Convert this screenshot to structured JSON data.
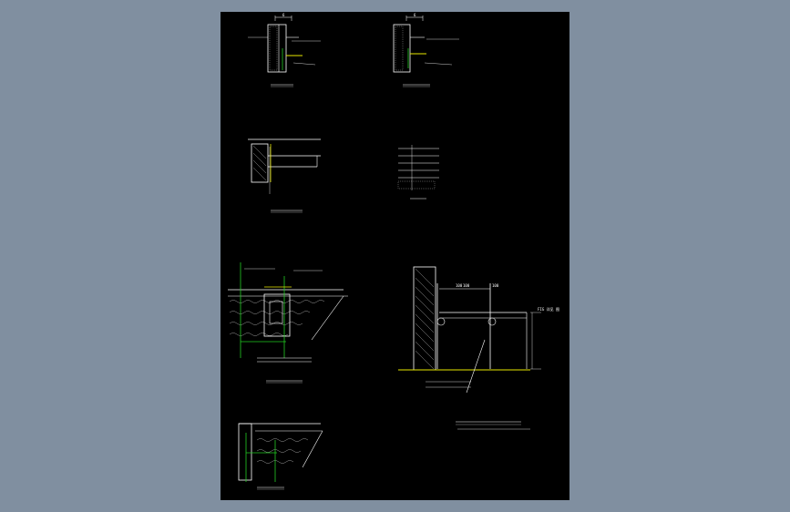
{
  "colors": {
    "background": "#808fa0",
    "sheet": "#000000",
    "line_white": "#ffffff",
    "line_green": "#22cc22",
    "line_yellow": "#e8e800",
    "hatch": "#bfbfbf"
  },
  "labels": {
    "dim_top_a": "6",
    "dim_top_b": "6",
    "dim_100_a": "100",
    "dim_100_b": "100",
    "dim_100_c": "100",
    "side_note": "FIG 详见 图"
  }
}
